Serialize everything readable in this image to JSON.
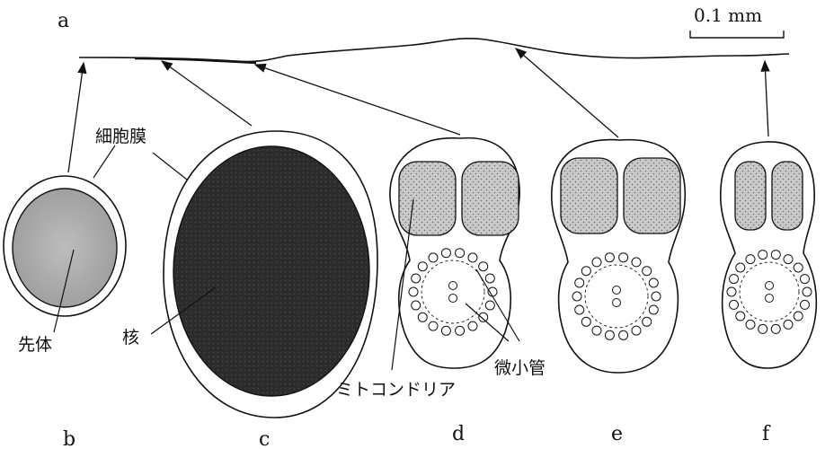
{
  "panel_letters": {
    "a": "a",
    "b": "b",
    "c": "c",
    "d": "d",
    "e": "e",
    "f": "f"
  },
  "scale_bar": "0.1 mm",
  "labels": {
    "cell_membrane": "細胞膜",
    "acrosome": "先体",
    "nucleus": "核",
    "mitochondria": "ミトコンドリア",
    "microtubule": "微小管"
  }
}
